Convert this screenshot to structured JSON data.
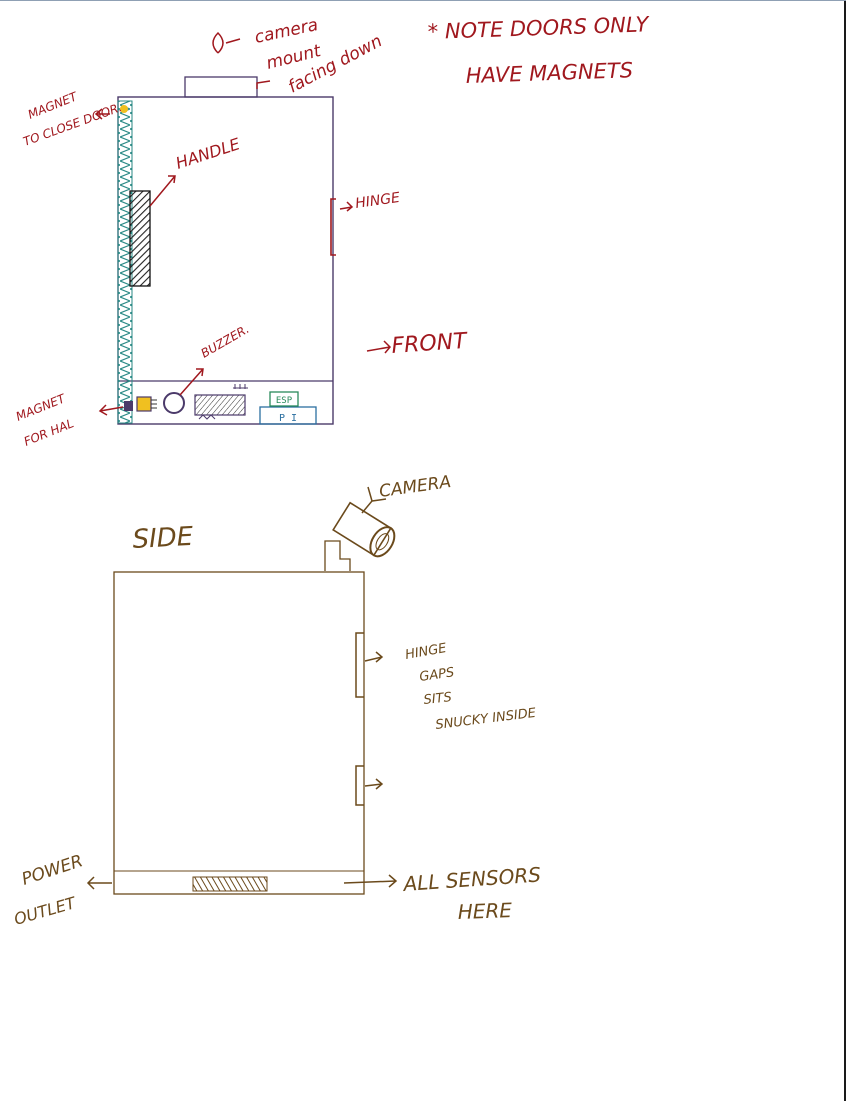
{
  "colors": {
    "front_ink": "#a0181e",
    "box_line": "#4b3a6a",
    "side_ink": "#6b4a1c",
    "magnet_strip": "#2b8a86",
    "accent_yellow": "#f0c020",
    "pi_box": "#2b6fa0",
    "esp_box": "#2a8a5a"
  },
  "front": {
    "camera_mount_note": [
      "camera",
      "mount",
      "facing down"
    ],
    "doors_note": [
      "* NOTE  DOORS ONLY",
      "HAVE MAGNETS"
    ],
    "magnet_close_note": [
      "MAGNET",
      "TO CLOSE DOOR."
    ],
    "handle_label": "HANDLE",
    "hinge_label": "HINGE",
    "front_label": "FRONT",
    "buzzer_label": "BUZZER.",
    "magnet_hal_note": [
      "MAGNET",
      "FOR HAL"
    ],
    "esp_label": "ESP",
    "pi_label": "P I"
  },
  "side": {
    "title": "SIDE",
    "camera_label": "CAMERA",
    "hinge_note": [
      "HINGE",
      "GAPS",
      "SITS",
      "SNUCKY INSIDE"
    ],
    "power_outlet_note": [
      "POWER",
      "OUTLET"
    ],
    "sensors_note": [
      "ALL SENSORS",
      "HERE"
    ]
  }
}
